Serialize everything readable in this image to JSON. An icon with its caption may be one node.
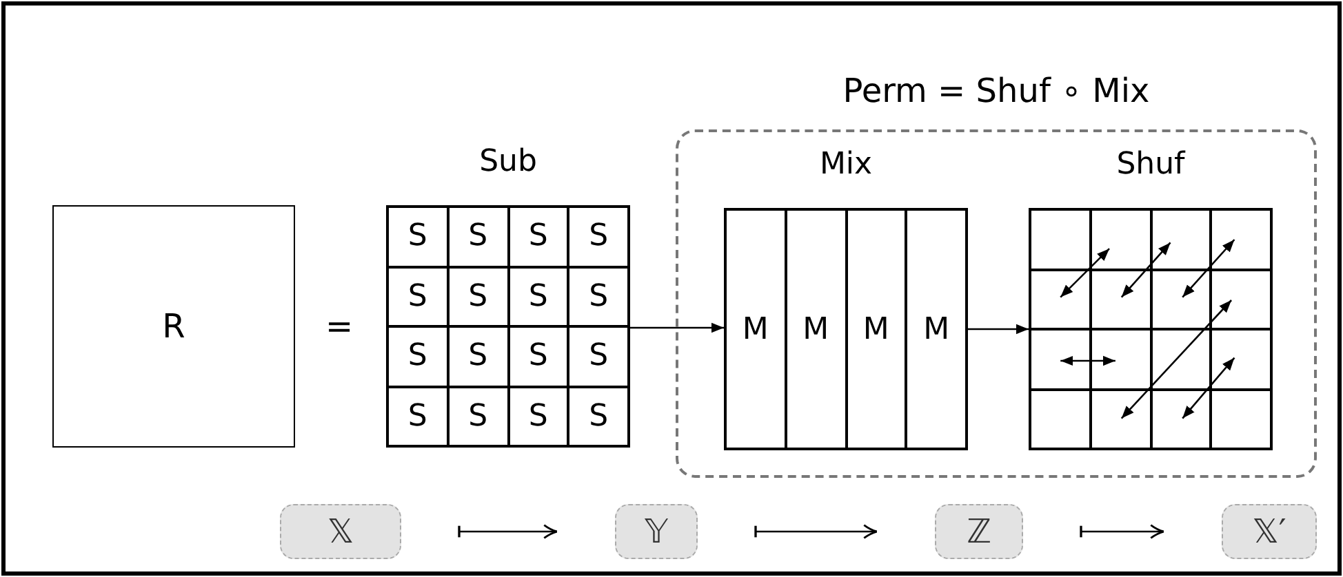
{
  "diagram": {
    "nodes": [
      {
        "text": [
          "R"
        ]
      },
      {
        "text": [
          "Sub",
          "S",
          "S",
          "S",
          "S",
          "S",
          "S",
          "S",
          "S",
          "S",
          "S",
          "S",
          "S",
          "S",
          "S",
          "S",
          "S"
        ]
      },
      {
        "text": [
          "Perm = Shuf ∘ Mix"
        ]
      },
      {
        "text": [
          "Mix",
          "M",
          "M",
          "M",
          "M"
        ],
        "in": 2
      },
      {
        "text": [
          "Shuf"
        ],
        "in": 2
      },
      {
        "text": [
          "𝕏"
        ]
      },
      {
        "text": [
          "𝕐"
        ]
      },
      {
        "text": [
          "ℤ"
        ]
      },
      {
        "text": [
          "𝕏′"
        ]
      }
    ],
    "edges": [
      {
        "from": 1,
        "to": 3,
        "arrow": "to"
      },
      {
        "from": 3,
        "to": 4,
        "arrow": "to"
      },
      {
        "from": 5,
        "to": 6,
        "arrow": "to"
      },
      {
        "from": 6,
        "to": 7,
        "arrow": "to"
      },
      {
        "from": 7,
        "to": 8,
        "arrow": "to"
      }
    ],
    "labels": [
      "="
    ]
  }
}
